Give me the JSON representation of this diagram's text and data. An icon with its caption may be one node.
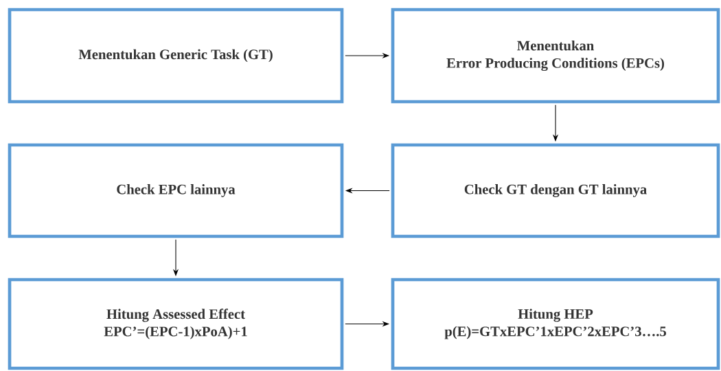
{
  "diagram": {
    "nodes": [
      {
        "text": [
          "Menentukan Generic Task (GT)"
        ]
      },
      {
        "text": [
          "Menentukan",
          "Error Producing Conditions (EPCs)"
        ]
      },
      {
        "text": [
          "Check EPC lainnya"
        ]
      },
      {
        "text": [
          "Check GT dengan GT lainnya"
        ]
      },
      {
        "text": [
          "Hitung Assessed Effect",
          "EPC’=(EPC-1)xPoA)+1"
        ]
      },
      {
        "text": [
          "Hitung HEP",
          "p(E)=GTxEPC’1xEPC’2xEPC’3….5"
        ]
      }
    ],
    "edges": [
      {
        "from": 0,
        "to": 1,
        "arrow": "to"
      },
      {
        "from": 1,
        "to": 3,
        "arrow": "to"
      },
      {
        "from": 3,
        "to": 2,
        "arrow": "to"
      },
      {
        "from": 2,
        "to": 4,
        "arrow": "to"
      },
      {
        "from": 4,
        "to": 5,
        "arrow": "to"
      }
    ]
  }
}
